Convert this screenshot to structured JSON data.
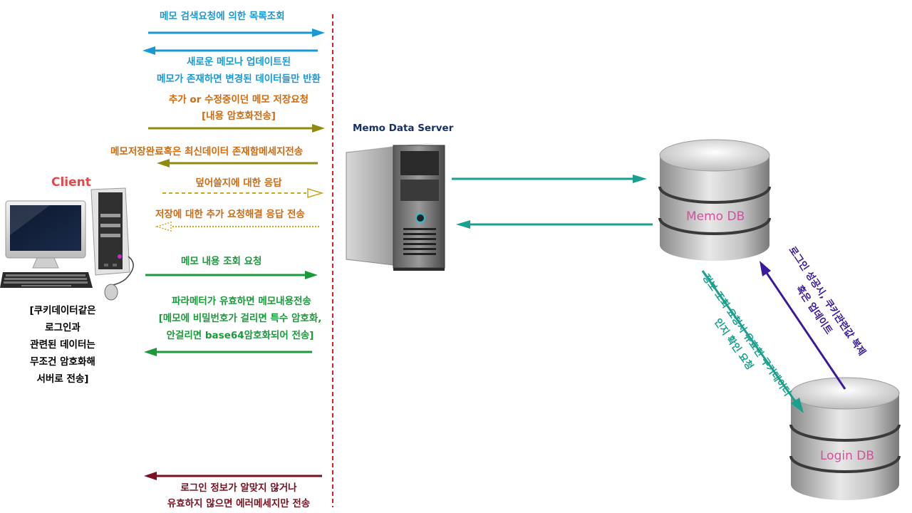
{
  "client": {
    "title": "Client",
    "note": "[쿠키데이터같은\n로그인과\n관련된 데이터는\n무조건 암호화해\n서버로 전송]"
  },
  "server": {
    "title": "Memo Data Server"
  },
  "memo_db": {
    "label": "Memo DB"
  },
  "login_db": {
    "label": "Login DB"
  },
  "messages": {
    "m1": {
      "text": "메모 검색요청에 의한 목록조회",
      "color": "#1a98d6"
    },
    "m2": {
      "lines": [
        "새로운 메모나 업데이트된",
        "메모가 존재하면 변경된 데이터들만 반환"
      ],
      "color": "#1a98d6"
    },
    "m3": {
      "lines": [
        "추가 or 수정중이던 메모 저장요청",
        "[내용 암호화전송]"
      ],
      "color": "#d06a10"
    },
    "m4": {
      "text": "메모저장완료혹은 최신데이터 존재함메세지전송",
      "color": "#d06a10"
    },
    "m5": {
      "text": "덮어쓸지에 대한 응답",
      "color": "#d06a10"
    },
    "m6": {
      "text": "저장에 대한 추가 요청해결 응답 전송",
      "color": "#d06a10"
    },
    "m7": {
      "text": "메모 내용 조회 요청",
      "color": "#1a9a3a"
    },
    "m8": {
      "lines": [
        "파라메터가 유효하면 메모내용전송",
        "[메모에 비밀번호가 걸리면 특수 암호화,",
        "안걸리면 base64암호화되어 전송]"
      ],
      "color": "#1a9a3a"
    },
    "m9": {
      "lines": [
        "로그인 정보가 알맞지 않거나",
        "유효하지 않으면 에러메세지만 전송"
      ],
      "color": "#7a1020"
    },
    "to_login": {
      "lines": [
        "정보 조회 요청시 유효한 쿠키데이터",
        "인지 확인 요청"
      ],
      "color": "#1aa08c"
    },
    "from_login": {
      "lines": [
        "로그인 성공시, 쿠키관련값 복제",
        "혹은 업데이트"
      ],
      "color": "#3a1a9a"
    }
  },
  "colors": {
    "divider": "#d42020",
    "arrow_teal": "#1aa08c",
    "arrow_olive": "#8f8a10",
    "arrow_dashed": "#c8a818"
  }
}
